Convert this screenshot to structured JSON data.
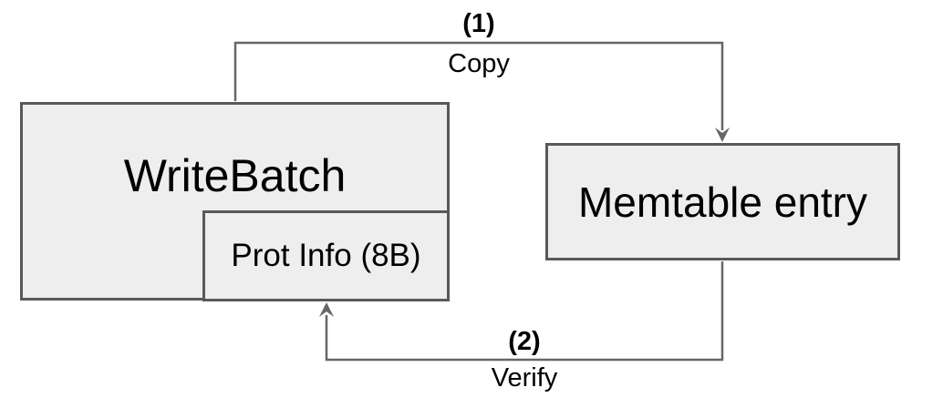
{
  "nodes": {
    "write_batch": {
      "label": "WriteBatch"
    },
    "prot_info": {
      "label": "Prot Info (8B)"
    },
    "memtable_entry": {
      "label": "Memtable entry"
    }
  },
  "arrows": {
    "copy": {
      "number": "(1)",
      "label": "Copy"
    },
    "verify": {
      "number": "(2)",
      "label": "Verify"
    }
  },
  "colors": {
    "box_fill": "#eeeeee",
    "box_border": "#595959",
    "arrow": "#666666",
    "text": "#000000"
  }
}
